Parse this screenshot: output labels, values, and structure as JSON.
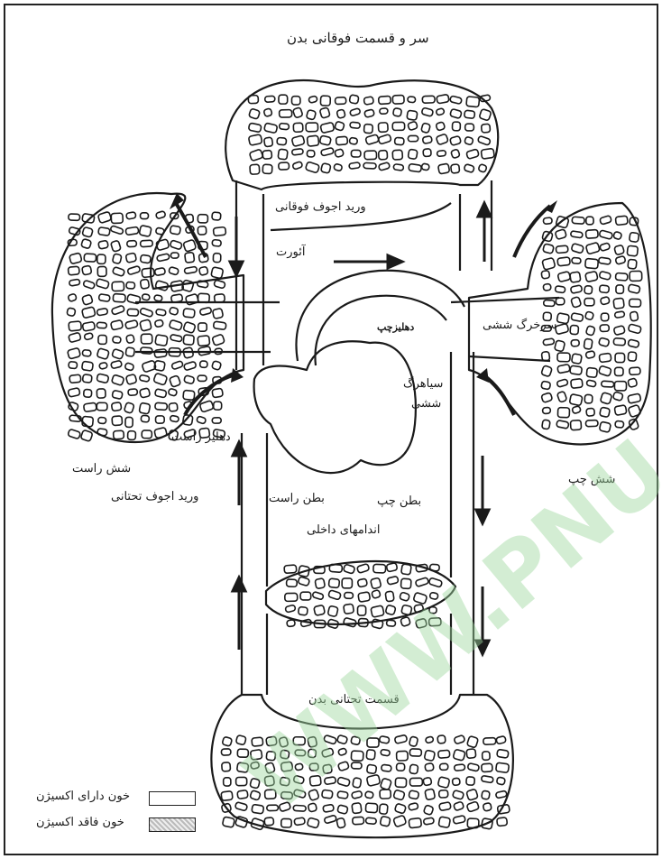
{
  "diagram": {
    "title": "سر و قسمت فوقانی بدن",
    "labels": {
      "superior_vena_cava": "ورید اجوف فوقانی",
      "aorta": "آئورت",
      "pulmonary_artery": "سرخرگ ششی",
      "left_atrium": "دهلیزچپ",
      "pulmonary_vein_1": "سیاهرگ",
      "pulmonary_vein_2": "ششی",
      "right_atrium": "دهلیز راست",
      "right_lung": "شش راست",
      "left_lung": "شش چپ",
      "inferior_vena_cava": "ورید اجوف تحتانی",
      "right_ventricle": "بطن راست",
      "left_ventricle": "بطن چپ",
      "internal_organs": "اندامهای داخلی",
      "lower_body": "قسمت تحتانی بدن"
    },
    "legend": [
      {
        "label": "خون دارای اکسیژن"
      },
      {
        "label": "خون فاقد اکسیژن"
      }
    ],
    "watermark": "WWW.PNU"
  }
}
